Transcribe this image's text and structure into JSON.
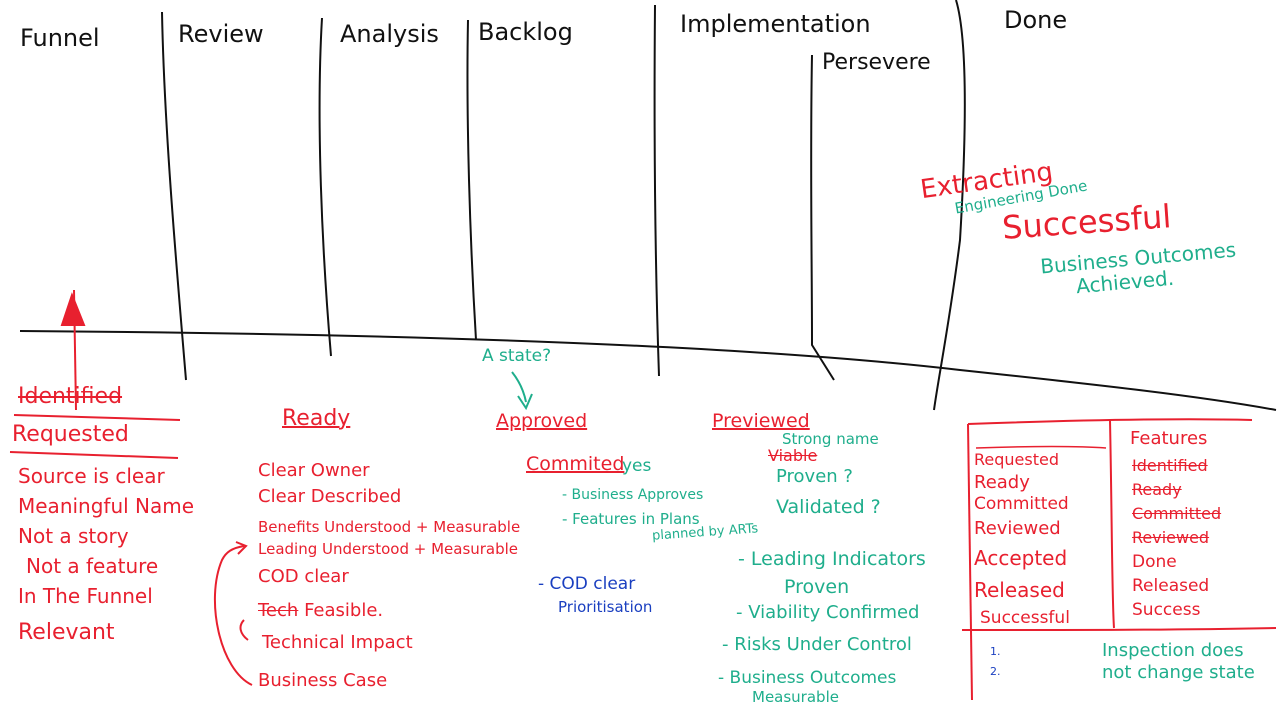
{
  "columns": [
    "Funnel",
    "Review",
    "Analysis",
    "Backlog",
    "Implementation",
    "Done"
  ],
  "sub_column": "Persevere",
  "states": {
    "funnel": {
      "strike_label": "Identified",
      "label": "Requested",
      "criteria": [
        "Source is clear",
        "Meaningful Name",
        "Not a story",
        "Not a feature",
        "In The Funnel",
        "Relevant"
      ]
    },
    "ready": {
      "label": "Ready",
      "criteria": [
        "Clear Owner",
        "Clear Described",
        "Benefits Understood + Measurable",
        "Leading Understood + Measurable",
        "COD clear"
      ],
      "feasible_strike": "Tech",
      "feasible": "Feasible.",
      "more": [
        "Technical Impact",
        "Business Case"
      ]
    },
    "approved": {
      "question": "A state?",
      "label": "Approved",
      "committed": "Commited",
      "committed_note": "yes",
      "green_items": [
        "- Business Approves",
        "- Features in Plans"
      ],
      "planned_note": "planned by ARTs",
      "blue_items": [
        "- COD clear",
        "Prioritisation"
      ]
    },
    "reviewed": {
      "label": "Previewed",
      "notes": [
        "Strong name",
        "Viable",
        "Proven ?",
        "Validated ?"
      ],
      "items": [
        "- Leading Indicators",
        "Proven",
        "- Viability Confirmed",
        "- Risks Under Control",
        "- Business Outcomes",
        "Measurable"
      ]
    },
    "done": {
      "extracting": "Extracting",
      "engineering": "Engineering Done",
      "successful": "Successful",
      "outcomes": [
        "Business Outcomes",
        "Achieved."
      ]
    }
  },
  "summary_table": {
    "left_column": [
      "Requested",
      "Ready",
      "Committed",
      "Reviewed",
      "Accepted",
      "Released",
      "Successful"
    ],
    "right_header": "Features",
    "right_column": [
      "Identified",
      "Ready",
      "Committed",
      "Reviewed",
      "Done",
      "Released",
      "Success"
    ],
    "footer_marks": [
      "1.",
      "2."
    ],
    "footer_note": "Inspection does not change state"
  },
  "colors": {
    "ink_black": "#111111",
    "ink_red": "#e8202f",
    "ink_green": "#1fae8c",
    "ink_blue": "#1a3fc0"
  }
}
